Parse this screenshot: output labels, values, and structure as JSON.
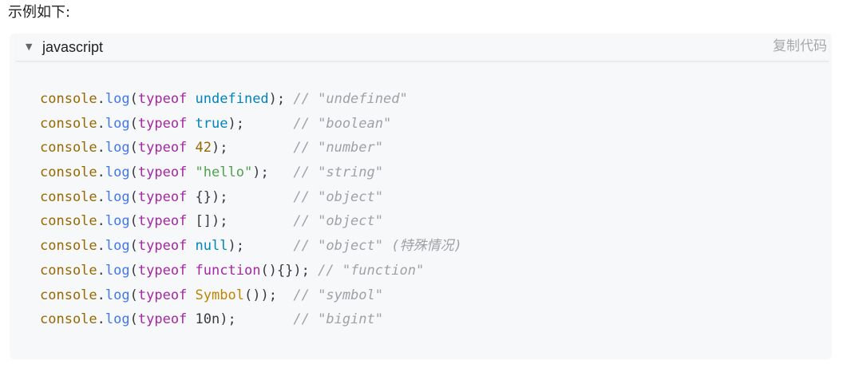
{
  "intro": {
    "text": "示例如下:"
  },
  "code_block": {
    "language": "javascript",
    "copy_label": "复制代码",
    "collapse_icon": "caret-down-icon",
    "lines": [
      {
        "obj": "console",
        "dot": ".",
        "method": "log",
        "open": "(",
        "keyword": "typeof",
        "sp": " ",
        "arg": "undefined",
        "arg_type": "lit",
        "close": ");",
        "pad": " ",
        "comment": "// \"undefined\""
      },
      {
        "obj": "console",
        "dot": ".",
        "method": "log",
        "open": "(",
        "keyword": "typeof",
        "sp": " ",
        "arg": "true",
        "arg_type": "lit",
        "close": ");",
        "pad": "      ",
        "comment": "// \"boolean\""
      },
      {
        "obj": "console",
        "dot": ".",
        "method": "log",
        "open": "(",
        "keyword": "typeof",
        "sp": " ",
        "arg": "42",
        "arg_type": "num",
        "close": ");",
        "pad": "        ",
        "comment": "// \"number\""
      },
      {
        "obj": "console",
        "dot": ".",
        "method": "log",
        "open": "(",
        "keyword": "typeof",
        "sp": " ",
        "arg": "\"hello\"",
        "arg_type": "str",
        "close": ");",
        "pad": "   ",
        "comment": "// \"string\""
      },
      {
        "obj": "console",
        "dot": ".",
        "method": "log",
        "open": "(",
        "keyword": "typeof",
        "sp": " ",
        "arg": "{}",
        "arg_type": "p",
        "close": ");",
        "pad": "        ",
        "comment": "// \"object\""
      },
      {
        "obj": "console",
        "dot": ".",
        "method": "log",
        "open": "(",
        "keyword": "typeof",
        "sp": " ",
        "arg": "[]",
        "arg_type": "p",
        "close": ");",
        "pad": "        ",
        "comment": "// \"object\""
      },
      {
        "obj": "console",
        "dot": ".",
        "method": "log",
        "open": "(",
        "keyword": "typeof",
        "sp": " ",
        "arg": "null",
        "arg_type": "lit",
        "close": ");",
        "pad": "      ",
        "comment": "// \"object\" (特殊情况)"
      },
      {
        "obj": "console",
        "dot": ".",
        "method": "log",
        "open": "(",
        "keyword": "typeof",
        "sp": " ",
        "arg": "function",
        "arg_type": "kw",
        "arg2": "(){}",
        "arg2_type": "p",
        "close": ");",
        "pad": " ",
        "comment": "// \"function\""
      },
      {
        "obj": "console",
        "dot": ".",
        "method": "log",
        "open": "(",
        "keyword": "typeof",
        "sp": " ",
        "arg": "Symbol",
        "arg_type": "cls",
        "arg2": "()",
        "arg2_type": "p",
        "close": ");",
        "pad": "  ",
        "comment": "// \"symbol\""
      },
      {
        "obj": "console",
        "dot": ".",
        "method": "log",
        "open": "(",
        "keyword": "typeof",
        "sp": " ",
        "arg": "10n",
        "arg_type": "p",
        "close": ");",
        "pad": "       ",
        "comment": "// \"bigint\""
      }
    ]
  }
}
